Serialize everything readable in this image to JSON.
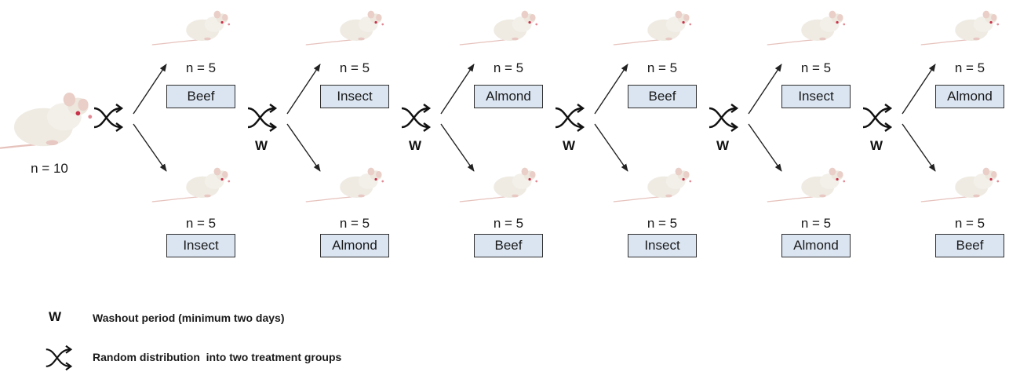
{
  "start": {
    "n_label": "n = 10"
  },
  "stages": [
    {
      "top": {
        "n_label": "n = 5",
        "treatment": "Beef"
      },
      "bottom": {
        "n_label": "n = 5",
        "treatment": "Insect"
      },
      "washout": ""
    },
    {
      "top": {
        "n_label": "n = 5",
        "treatment": "Insect"
      },
      "bottom": {
        "n_label": "n = 5",
        "treatment": "Almond"
      },
      "washout": "W"
    },
    {
      "top": {
        "n_label": "n = 5",
        "treatment": "Almond"
      },
      "bottom": {
        "n_label": "n = 5",
        "treatment": "Beef"
      },
      "washout": "W"
    },
    {
      "top": {
        "n_label": "n = 5",
        "treatment": "Beef"
      },
      "bottom": {
        "n_label": "n = 5",
        "treatment": "Insect"
      },
      "washout": "W"
    },
    {
      "top": {
        "n_label": "n = 5",
        "treatment": "Insect"
      },
      "bottom": {
        "n_label": "n = 5",
        "treatment": "Almond"
      },
      "washout": "W"
    },
    {
      "top": {
        "n_label": "n = 5",
        "treatment": "Almond"
      },
      "bottom": {
        "n_label": "n = 5",
        "treatment": "Beef"
      },
      "washout": "W"
    }
  ],
  "legend": {
    "washout_symbol": "W",
    "washout_text": "Washout period (minimum two days)",
    "shuffle_icon": "shuffle-icon",
    "shuffle_text": "Random distribution  into two treatment groups"
  },
  "colors": {
    "box_fill": "#dbe5f2",
    "rat_body": "#f1ede6"
  }
}
